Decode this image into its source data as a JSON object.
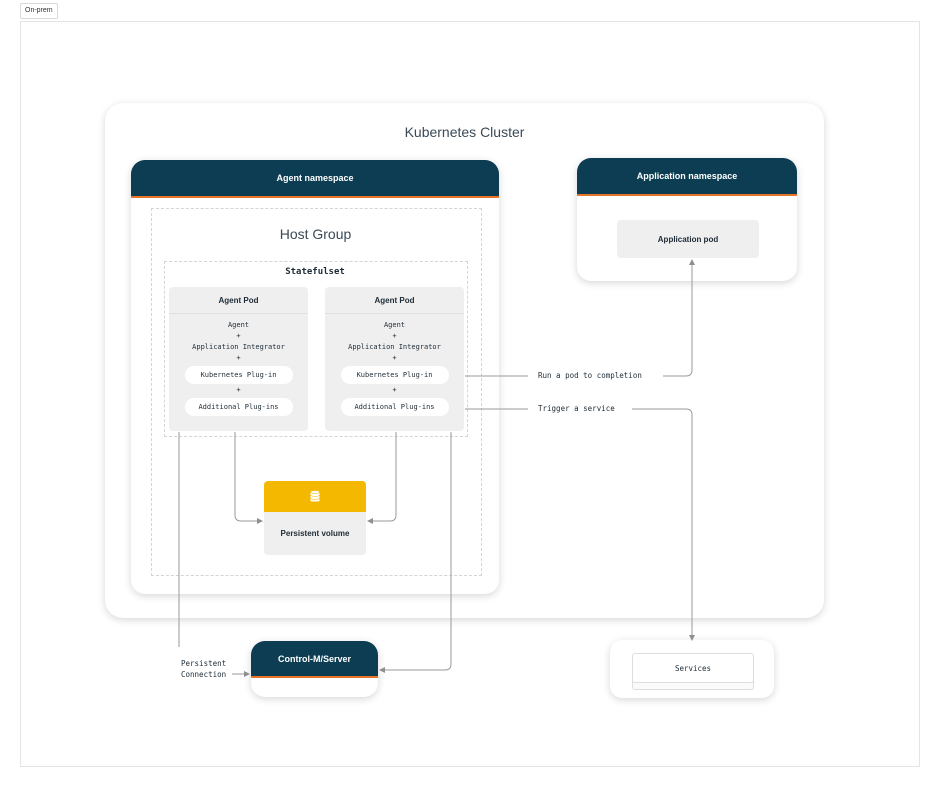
{
  "tab_label": "On-prem",
  "cluster": {
    "title": "Kubernetes Cluster"
  },
  "agent_namespace": {
    "title": "Agent namespace"
  },
  "host_group": {
    "title": "Host Group"
  },
  "statefulset": {
    "title": "Statefulset"
  },
  "pods": [
    {
      "title": "Agent Pod",
      "agent": "Agent",
      "plus": "+",
      "integrator": "Application Integrator",
      "k8s_plugin": "Kubernetes Plug-in",
      "additional": "Additional Plug-ins"
    },
    {
      "title": "Agent Pod",
      "agent": "Agent",
      "plus": "+",
      "integrator": "Application Integrator",
      "k8s_plugin": "Kubernetes Plug-in",
      "additional": "Additional Plug-ins"
    }
  ],
  "persistent_volume": {
    "label": "Persistent volume",
    "icon": "database-icon",
    "accent": "#f5b800"
  },
  "app_namespace": {
    "title": "Application namespace",
    "pod": "Application pod"
  },
  "control_m": {
    "title": "Control-M/Server"
  },
  "services": {
    "label": "Services"
  },
  "connections": {
    "run_pod": "Run a pod to completion",
    "trigger": "Trigger a service",
    "persistent_line1": "Persistent",
    "persistent_line2": "Connection"
  },
  "colors": {
    "header": "#0c3d52",
    "accent_line": "#e8742a",
    "box_gray": "#efefef"
  }
}
